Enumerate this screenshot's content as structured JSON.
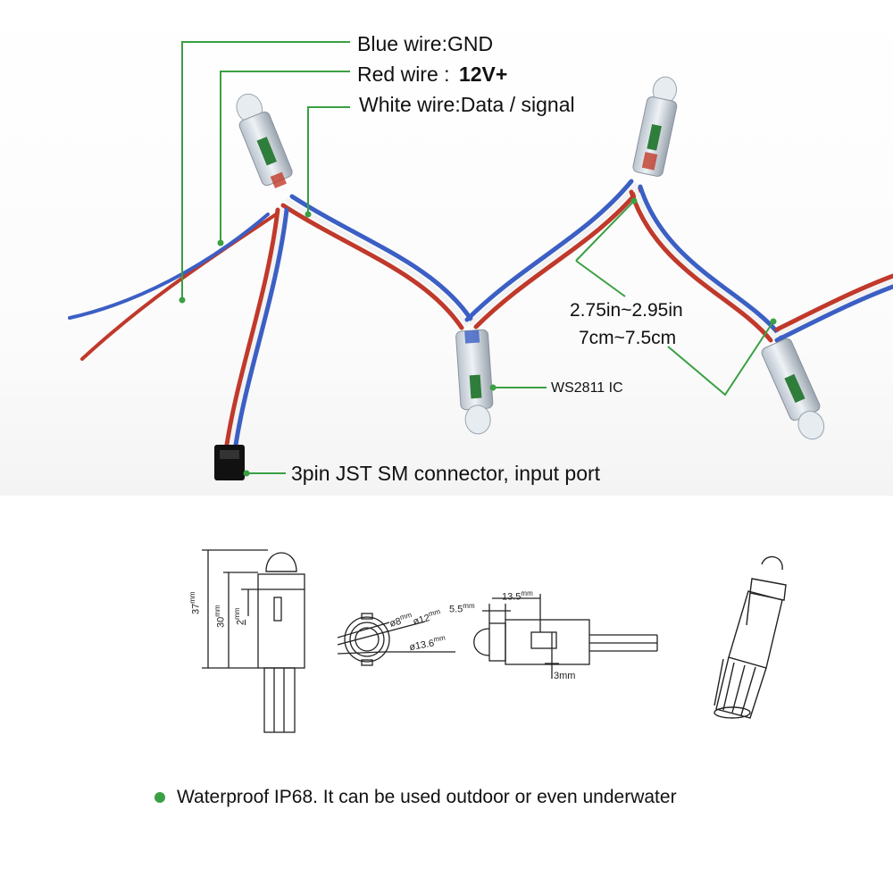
{
  "labels": {
    "blue_wire": "Blue wire:GND",
    "red_wire": "Red wire :",
    "red_wire_value": "12V+",
    "white_wire": "White wire:Data / signal",
    "spacing_in": "2.75in~2.95in",
    "spacing_cm": "7cm~7.5cm",
    "ic": "WS2811 IC",
    "connector": "3pin JST SM connector, input port"
  },
  "dimensions": {
    "height_37": "37",
    "height_30": "30",
    "height_2": "2",
    "dia_8": "ø8",
    "dia_12": "ø12",
    "dia_13_6": "ø13.6",
    "len_5_5": "5.5",
    "len_13_5": "13.5",
    "len_3": "3",
    "unit": "mm"
  },
  "footer": {
    "text": "Waterproof IP68.  It can be used outdoor or even underwater"
  },
  "colors": {
    "annotation_green": "#3aa043",
    "wire_red": "#c0392b",
    "wire_blue": "#3b5fc4",
    "wire_white": "#f2f2f2"
  },
  "icons": [
    "bullet-dot-icon",
    "led-pixel-icon",
    "jst-connector-icon"
  ]
}
